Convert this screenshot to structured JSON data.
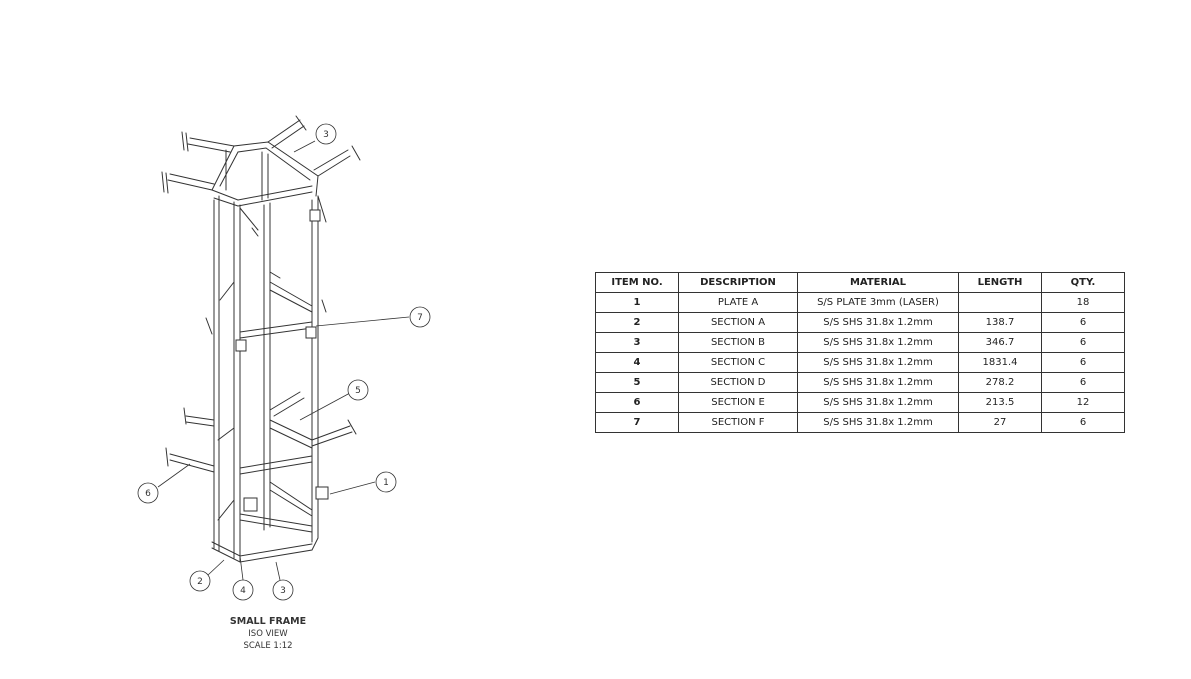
{
  "bom": {
    "headers": [
      "ITEM NO.",
      "DESCRIPTION",
      "MATERIAL",
      "LENGTH",
      "QTY."
    ],
    "rows": [
      {
        "item": "1",
        "description": "PLATE A",
        "material": "S/S PLATE 3mm (LASER)",
        "length": "",
        "qty": "18"
      },
      {
        "item": "2",
        "description": "SECTION A",
        "material": "S/S SHS 31.8x 1.2mm",
        "length": "138.7",
        "qty": "6"
      },
      {
        "item": "3",
        "description": "SECTION B",
        "material": "S/S SHS 31.8x 1.2mm",
        "length": "346.7",
        "qty": "6"
      },
      {
        "item": "4",
        "description": "SECTION C",
        "material": "S/S SHS 31.8x 1.2mm",
        "length": "1831.4",
        "qty": "6"
      },
      {
        "item": "5",
        "description": "SECTION D",
        "material": "S/S SHS 31.8x 1.2mm",
        "length": "278.2",
        "qty": "6"
      },
      {
        "item": "6",
        "description": "SECTION E",
        "material": "S/S SHS 31.8x 1.2mm",
        "length": "213.5",
        "qty": "12"
      },
      {
        "item": "7",
        "description": "SECTION F",
        "material": "S/S SHS 31.8x 1.2mm",
        "length": "27",
        "qty": "6"
      }
    ]
  },
  "view": {
    "title": "SMALL FRAME",
    "subtitle": "ISO VIEW",
    "scale": "SCALE 1:12"
  },
  "balloons": [
    "3",
    "7",
    "5",
    "1",
    "6",
    "2",
    "4",
    "3"
  ]
}
